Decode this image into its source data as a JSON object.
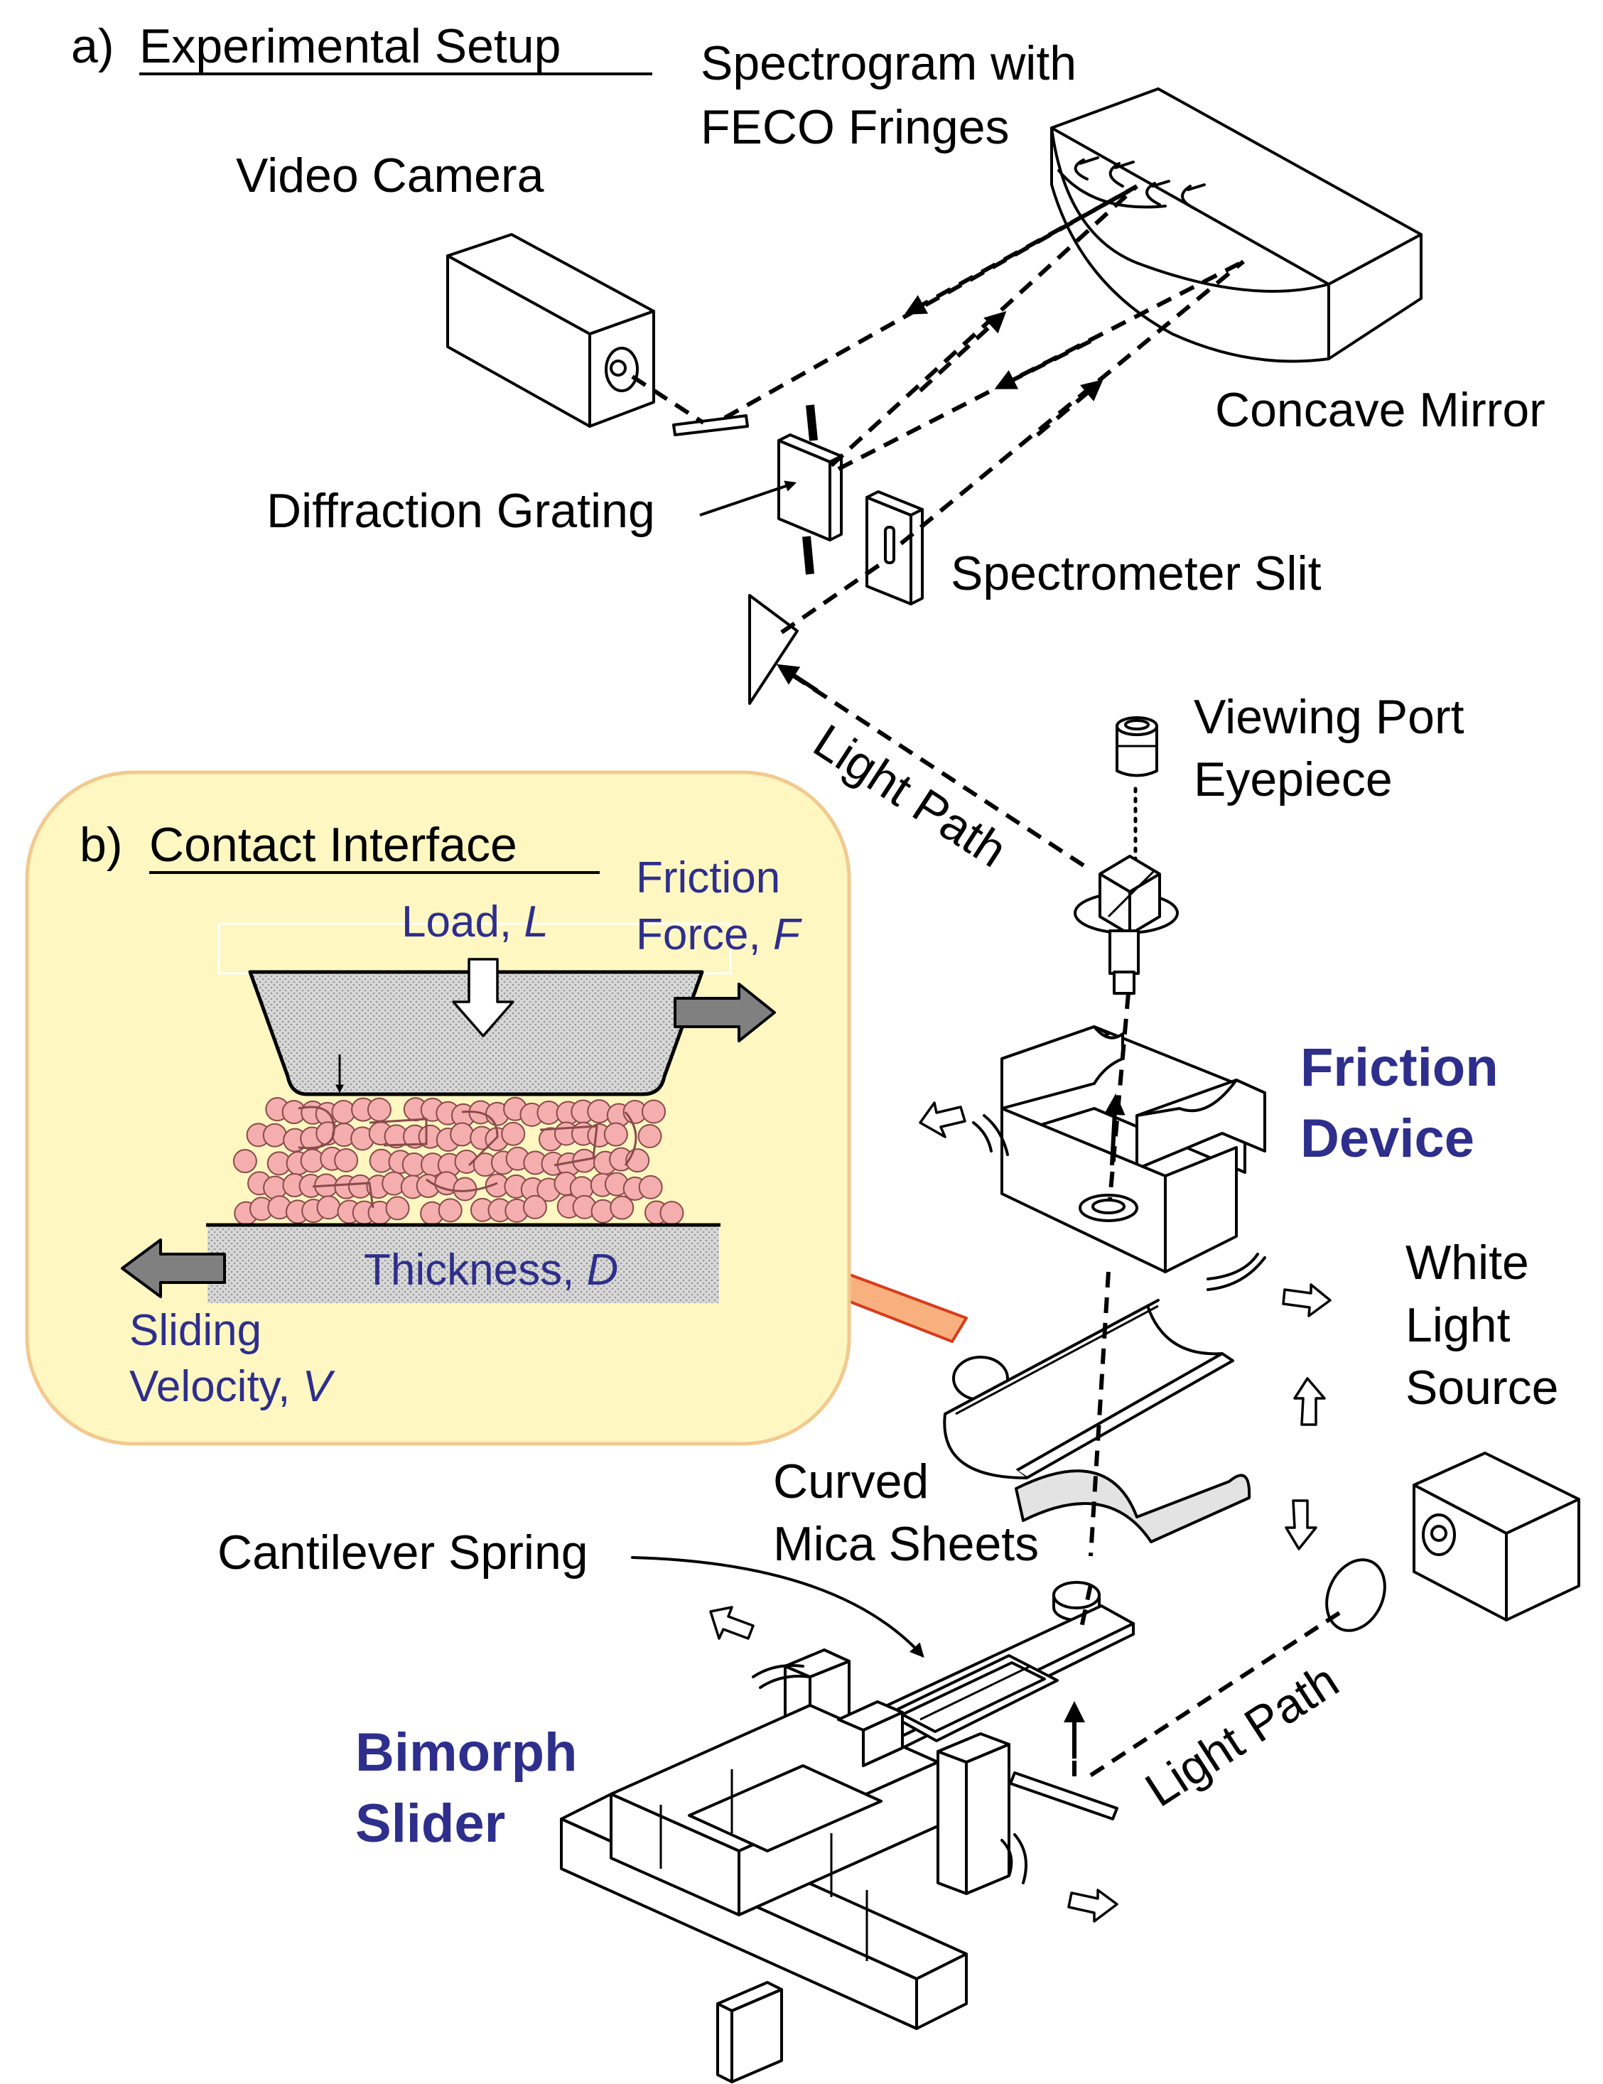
{
  "panel_a": {
    "prefix": "a)",
    "title": "Experimental Setup"
  },
  "labels": {
    "spectrogram_1": "Spectrogram with",
    "spectrogram_2": "FECO Fringes",
    "video_camera": "Video Camera",
    "concave_mirror": "Concave Mirror",
    "diffraction_grating": "Diffraction Grating",
    "spectrometer_slit": "Spectrometer Slit",
    "viewing_port_1": "Viewing Port",
    "viewing_port_2": "Eyepiece",
    "light_path_upper": "Light Path",
    "friction_device_1": "Friction",
    "friction_device_2": "Device",
    "white_light_1": "White",
    "white_light_2": "Light",
    "white_light_3": "Source",
    "curved_mica_1": "Curved",
    "curved_mica_2": "Mica Sheets",
    "cantilever_spring": "Cantilever Spring",
    "light_path_lower": "Light Path",
    "bimorph_1": "Bimorph",
    "bimorph_2": "Slider"
  },
  "panel_b": {
    "prefix": "b)",
    "title": "Contact Interface",
    "load": "Load, ",
    "load_sym": "L",
    "friction_1": "Friction",
    "friction_2": "Force, ",
    "friction_sym": "F",
    "thickness": "Thickness, ",
    "thickness_sym": "D",
    "sliding_1": "Sliding",
    "sliding_2": "Velocity, ",
    "sliding_sym": "V"
  },
  "colors": {
    "accent_blue": "#2e2e8c",
    "panel_fill": "#fff7c2",
    "panel_border": "#f2c98e",
    "molecule": "#f4aeae",
    "transfer_arrow": "#f7b07e"
  }
}
